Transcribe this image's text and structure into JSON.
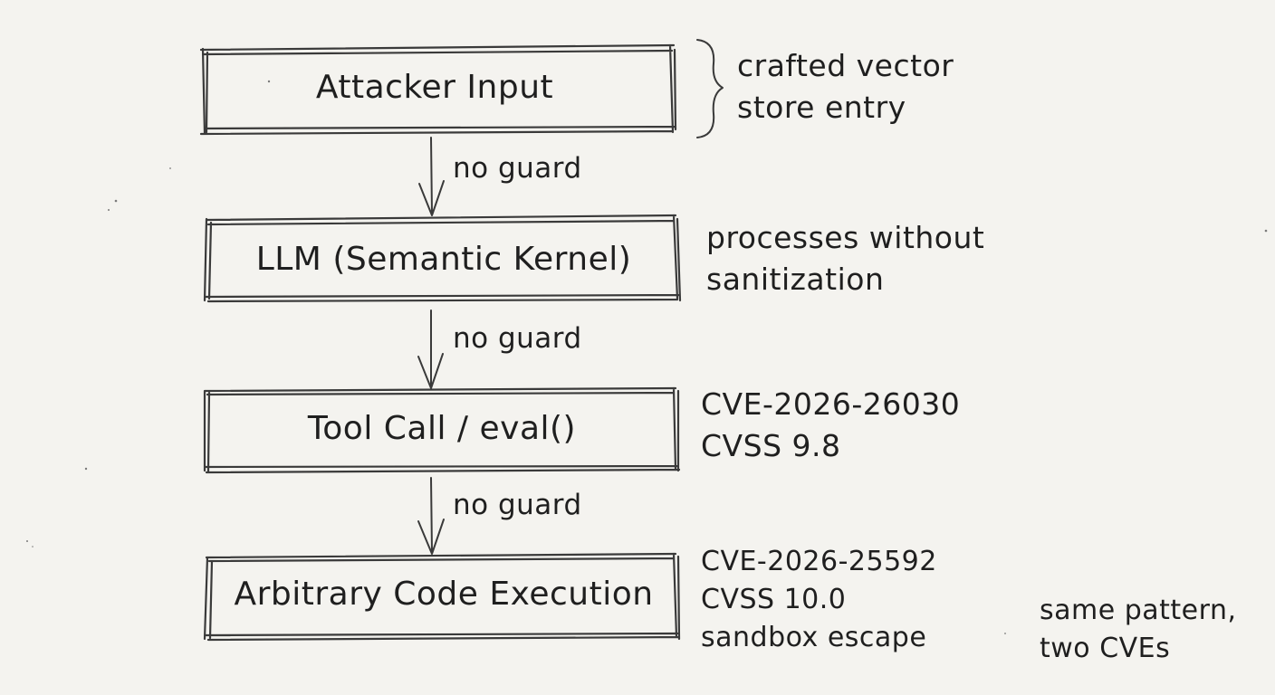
{
  "nodes": [
    {
      "label": "Attacker Input"
    },
    {
      "label": "LLM (Semantic Kernel)"
    },
    {
      "label": "Tool Call / eval()"
    },
    {
      "label": "Arbitrary Code Execution"
    }
  ],
  "edges": [
    {
      "label": "no guard"
    },
    {
      "label": "no guard"
    },
    {
      "label": "no guard"
    }
  ],
  "annotations": {
    "input_note": [
      "crafted vector",
      "store entry"
    ],
    "llm_note": [
      "processes without",
      "sanitization"
    ],
    "tool_note": [
      "CVE-2026-26030",
      "CVSS 9.8"
    ],
    "exec_note": [
      "CVE-2026-25592",
      "CVSS 10.0",
      "sandbox escape"
    ],
    "summary": [
      "same pattern,",
      "two CVEs"
    ]
  },
  "colors": {
    "background": "#f4f3ef",
    "ink": "#3a3a3a"
  }
}
